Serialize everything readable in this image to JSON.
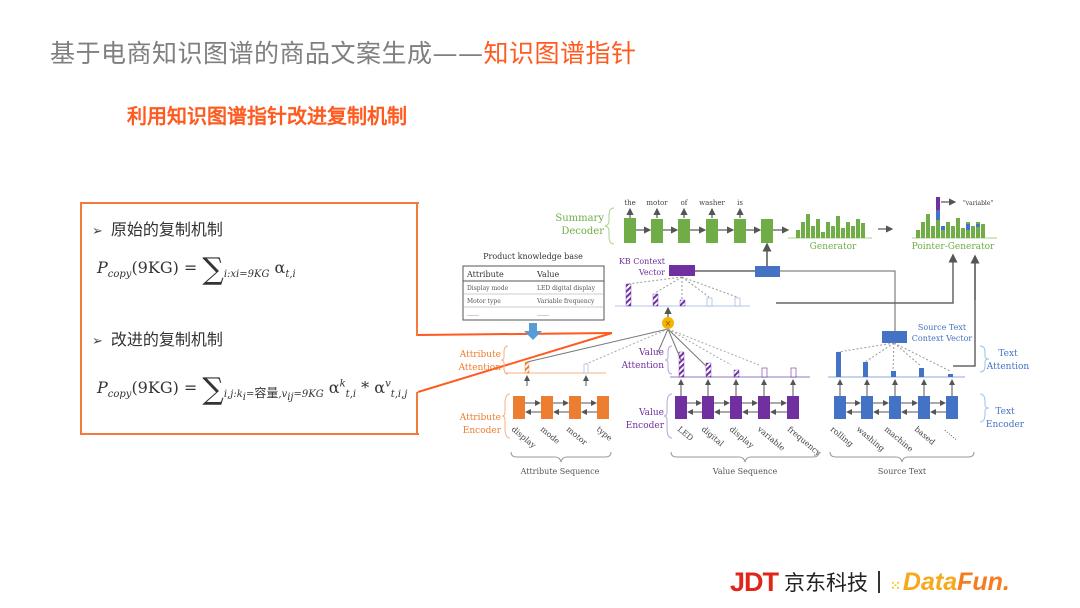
{
  "slide": {
    "title_main": "基于电商知识图谱的商品文案生成——",
    "title_highlight": "知识图谱指针",
    "subtitle": "利用知识图谱指针改进复制机制"
  },
  "callout": {
    "original_heading": "原始的复制机制",
    "original_formula": {
      "lhs": "P",
      "lhs_sub": "copy",
      "arg": "(9KG) = ",
      "sum": "∑",
      "sum_sub": "i:xi=9KG",
      "term": "α",
      "term_sub": "t,i"
    },
    "improved_heading": "改进的复制机制",
    "improved_formula": {
      "lhs": "P",
      "lhs_sub": "copy",
      "arg": "(9KG) = ",
      "sum": "∑",
      "sum_sub_a": "i,j:k",
      "sum_sub_i": "i",
      "sum_sub_b": "=",
      "sum_sub_cn": "容量",
      "sum_sub_c": ",v",
      "sum_sub_ij": "ij",
      "sum_sub_d": "=9KG",
      "term1": "α",
      "term1_sup": "k",
      "term1_sub": "t,i",
      "op": " * ",
      "term2": "α",
      "term2_sup": "v",
      "term2_sub": "t,i,j"
    }
  },
  "diagram": {
    "summary_decoder": [
      "Summary",
      "Decoder"
    ],
    "decoder_words": [
      "the",
      "motor",
      "of",
      "washer",
      "is"
    ],
    "generator": "Generator",
    "pointer_generator": "Pointer-Generator",
    "pointer_output": "\"variable\"",
    "kb_title": "Product  knowledge base",
    "kb_table": {
      "headers": [
        "Attribute",
        "Value"
      ],
      "rows": [
        [
          "Display mode",
          "LED digital display"
        ],
        [
          "Motor type",
          "Variable frequency"
        ],
        [
          "……",
          "……"
        ]
      ]
    },
    "kb_context_vector": [
      "KB Context",
      "Vector"
    ],
    "source_text_context_vector": [
      "Source Text",
      "Context Vector"
    ],
    "attribute_attention": [
      "Attribute",
      "Attention"
    ],
    "value_attention": [
      "Value",
      "Attention"
    ],
    "text_attention": [
      "Text",
      "Attention"
    ],
    "attribute_encoder": [
      "Attribute",
      "Encoder"
    ],
    "value_encoder": [
      "Value",
      "Encoder"
    ],
    "text_encoder": [
      "Text",
      "Encoder"
    ],
    "attribute_words": [
      "display",
      "mode",
      "motor",
      "type"
    ],
    "value_words": [
      "LED",
      "digital",
      "display",
      "variable",
      "frequency"
    ],
    "text_words": [
      "rolling",
      "washing",
      "machine",
      "based",
      "……"
    ],
    "attribute_sequence": "Attribute Sequence",
    "value_sequence": "Value Sequence",
    "source_text": "Source Text",
    "colors": {
      "decoder": "#70ad47",
      "kb": "#7030a0",
      "text": "#4472c4",
      "attribute": "#ed7d31",
      "multiply": "#f4b400"
    }
  },
  "footer": {
    "logo_jdt": "JDT",
    "logo_jd_cn": "京东科技",
    "logo_datafun_a": "Data",
    "logo_datafun_b": "Fun."
  }
}
